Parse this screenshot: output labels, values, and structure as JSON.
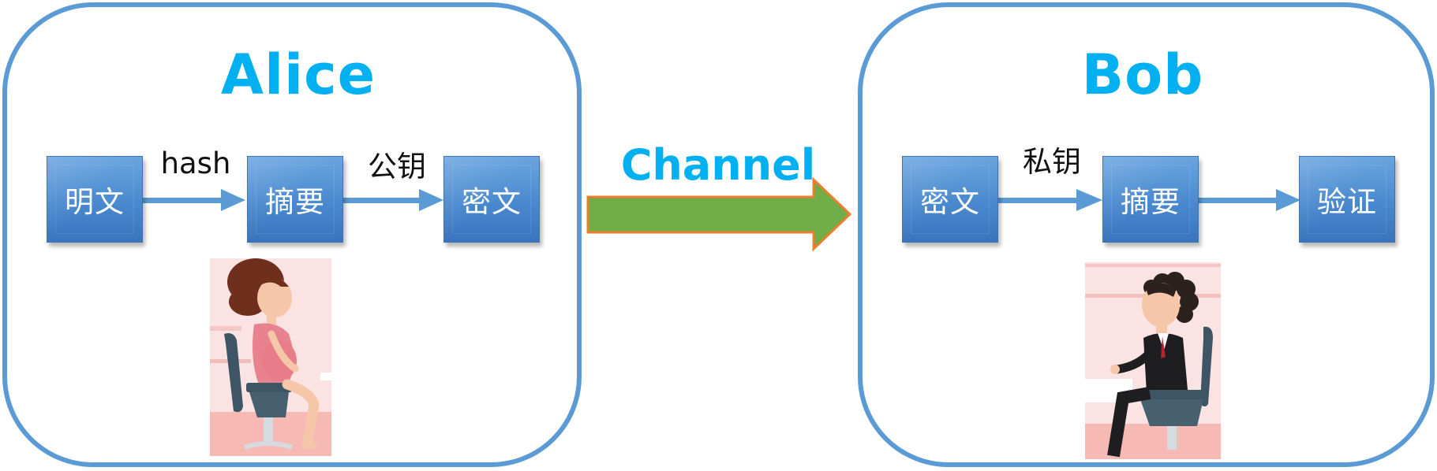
{
  "colors": {
    "accent": "#00b0f0",
    "panel_border": "#5b9bd5",
    "box_fill": "#4a89cf",
    "arrow": "#5b9bd5",
    "channel_fill": "#70ad47",
    "channel_border": "#ed7d31"
  },
  "alice": {
    "title": "Alice",
    "boxes": [
      "明文",
      "摘要",
      "密文"
    ],
    "labels": [
      "hash",
      "公钥"
    ],
    "figure": "woman-sitting-on-chair-illustration"
  },
  "channel": {
    "label": "Channel"
  },
  "bob": {
    "title": "Bob",
    "boxes": [
      "密文",
      "摘要",
      "验证"
    ],
    "labels": [
      "私钥"
    ],
    "figure": "man-sitting-on-chair-illustration"
  }
}
